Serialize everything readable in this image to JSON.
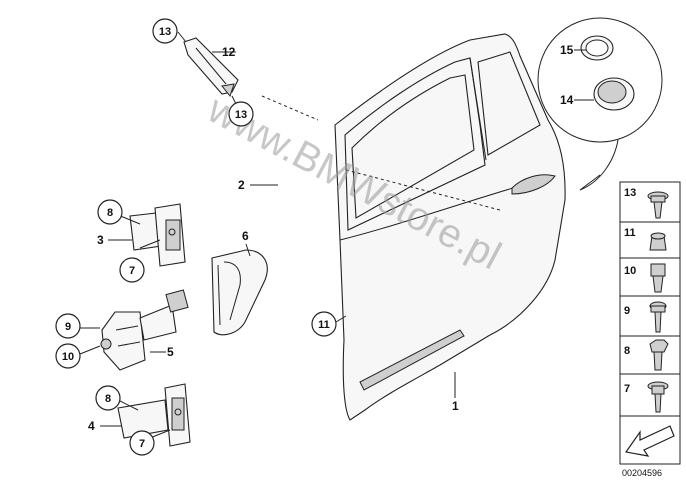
{
  "callouts": {
    "c13a": "13",
    "c12": "12",
    "c13b": "13",
    "c15": "15",
    "c14": "14",
    "c2": "2",
    "c8a": "8",
    "c3": "3",
    "c7a": "7",
    "c6": "6",
    "c9": "9",
    "c10": "10",
    "c5": "5",
    "c11": "11",
    "c8b": "8",
    "c4": "4",
    "c7b": "7",
    "c1": "1"
  },
  "fastener_panel": {
    "items": [
      "13",
      "11",
      "10",
      "9",
      "8",
      "7"
    ]
  },
  "watermark": "www.BMWstore.pl",
  "diagram_id": "00204596"
}
